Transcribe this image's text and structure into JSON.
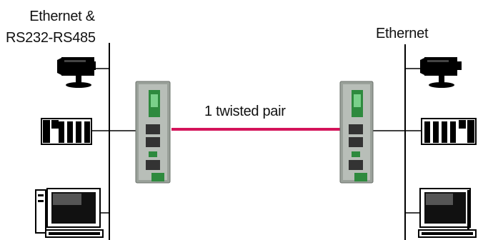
{
  "left_network": {
    "label_line1": "Ethernet &",
    "label_line2": "RS232-RS485",
    "devices": [
      {
        "icon": "camera-icon"
      },
      {
        "icon": "plc-icon"
      },
      {
        "icon": "computer-icon"
      }
    ]
  },
  "right_network": {
    "label": "Ethernet",
    "devices": [
      {
        "icon": "camera-icon"
      },
      {
        "icon": "plc-icon"
      },
      {
        "icon": "computer-icon"
      }
    ]
  },
  "link": {
    "label": "1 twisted pair",
    "color": "#d4145a"
  },
  "modem_colors": {
    "body": "#9aa19a",
    "accent": "#2e8a3e"
  }
}
